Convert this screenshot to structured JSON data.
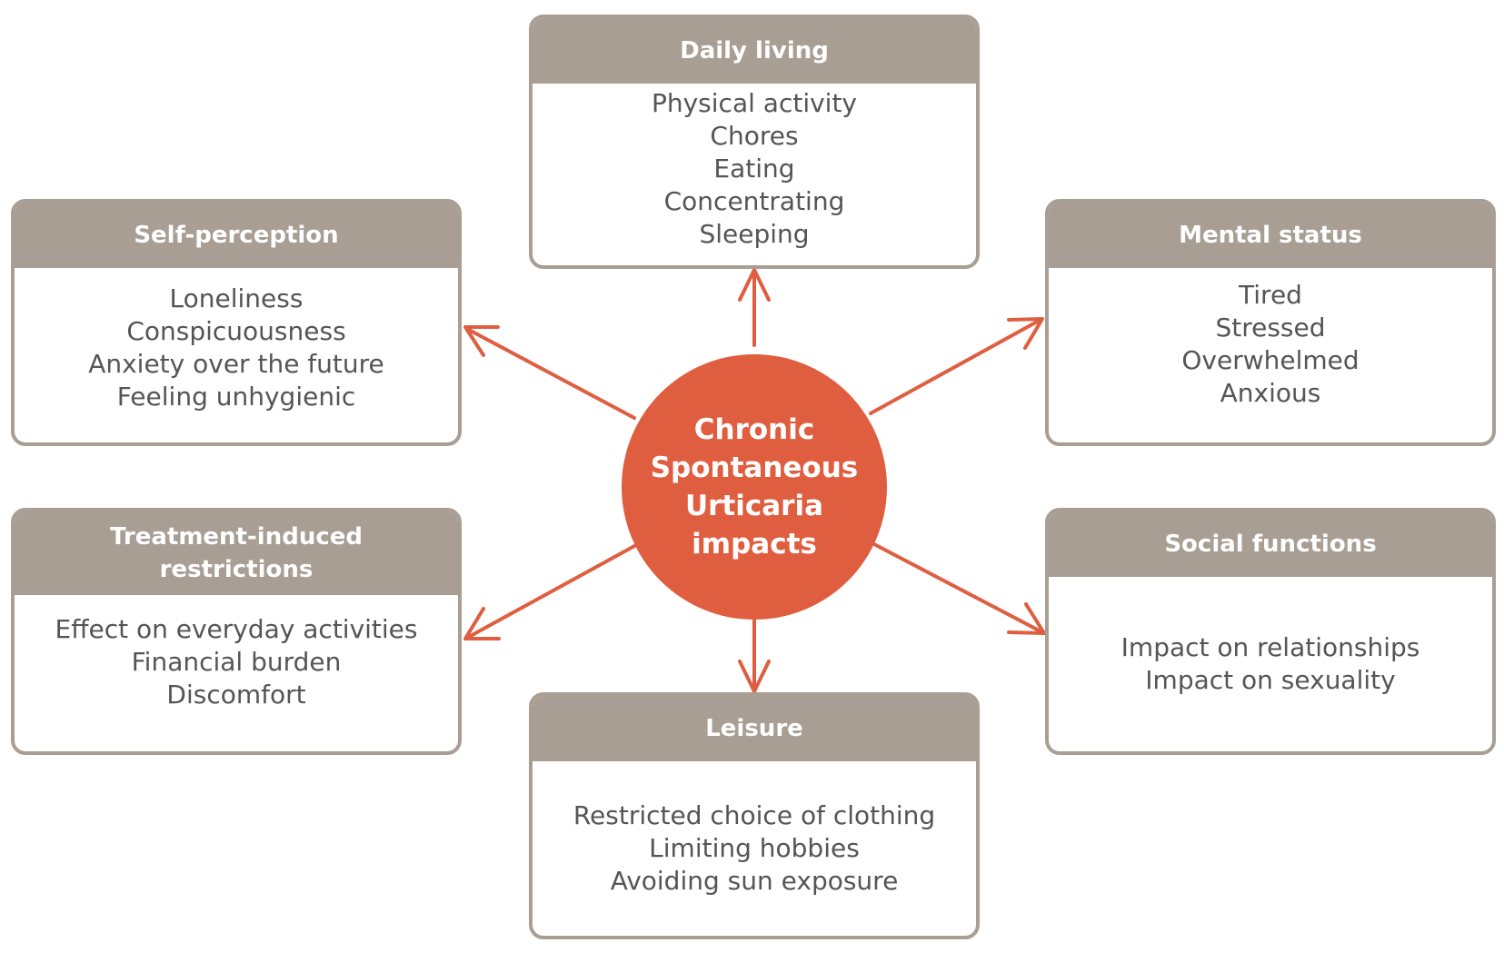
{
  "colors": {
    "header_bg": "#a89e94",
    "box_border": "#a89e94",
    "center_fill": "#e05e40",
    "arrow": "#e05e40",
    "body_text": "#555555",
    "header_text": "#ffffff"
  },
  "center": {
    "lines": [
      "Chronic",
      "Spontaneous",
      "Urticaria",
      "impacts"
    ]
  },
  "boxes": {
    "daily_living": {
      "title": "Daily living",
      "items": [
        "Physical activity",
        "Chores",
        "Eating",
        "Concentrating",
        "Sleeping"
      ]
    },
    "self_perception": {
      "title": "Self-perception",
      "items": [
        "Loneliness",
        "Conspicuousness",
        "Anxiety over the future",
        "Feeling unhygienic"
      ]
    },
    "mental_status": {
      "title": "Mental status",
      "items": [
        "Tired",
        "Stressed",
        "Overwhelmed",
        "Anxious"
      ]
    },
    "treatment_restrictions": {
      "title_lines": [
        "Treatment-induced",
        "restrictions"
      ],
      "items": [
        "Effect on everyday activities",
        "Financial burden",
        "Discomfort"
      ]
    },
    "social_functions": {
      "title": "Social functions",
      "items": [
        "Impact on relationships",
        "Impact on sexuality"
      ]
    },
    "leisure": {
      "title": "Leisure",
      "items": [
        "Restricted choice of clothing",
        "Limiting hobbies",
        "Avoiding sun exposure"
      ]
    }
  }
}
